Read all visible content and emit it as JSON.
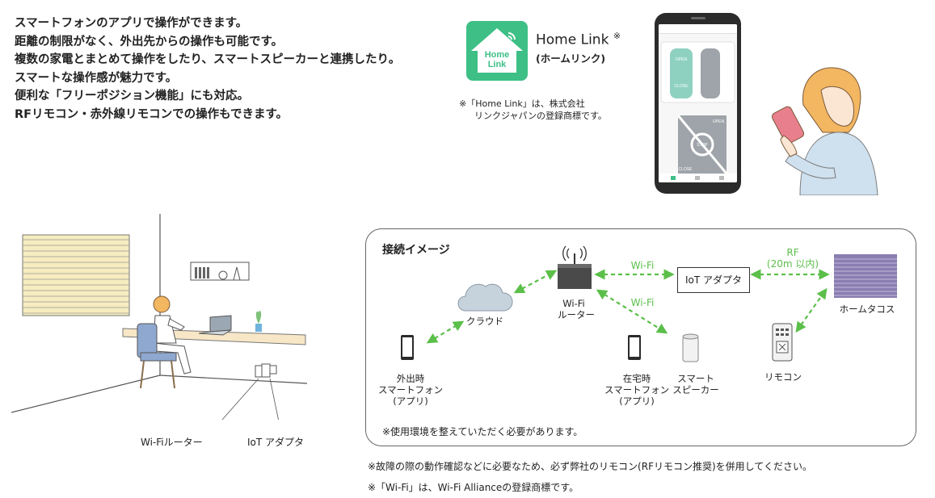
{
  "intro": {
    "lines": [
      "スマートフォンのアプリで操作ができます。",
      "距離の制限がなく、外出先からの操作も可能です。",
      "複数の家電とまとめて操作をしたり、スマートスピーカーと連携したり。",
      "スマートな操作感が魅力です。",
      "便利な「フリーポジション機能」にも対応。",
      "RFリモコン・赤外線リモコンでの操作もできます。"
    ]
  },
  "app": {
    "icon_line1": "Home",
    "icon_line2": "Link",
    "name": "Home Link",
    "name_mark": "※",
    "subtitle": "(ホームリンク)",
    "trademark_line1": "※「Home Link」は、株式会社",
    "trademark_line2": "リンクジャパンの登録商標です。"
  },
  "phone_screen": {
    "open_label": "OPEN",
    "close_label": "CLOSE",
    "stop_label": "STOP"
  },
  "room": {
    "router_label": "Wi-Fiルーター",
    "adapter_label": "IoT アダプタ"
  },
  "diagram": {
    "title": "接続イメージ",
    "router_line1": "Wi-Fi",
    "router_line2": "ルーター",
    "cloud_label": "クラウド",
    "adapter_label": "IoT アダプタ",
    "blind_label": "ホームタコス",
    "remote_label": "リモコン",
    "away_phone_line1": "外出時",
    "away_phone_line2": "スマートフォン",
    "away_phone_line3": "(アプリ)",
    "home_phone_line1": "在宅時",
    "home_phone_line2": "スマートフォン",
    "home_phone_line3": "(アプリ)",
    "speaker_line1": "スマート",
    "speaker_line2": "スピーカー",
    "edge_wifi_top": "Wi-Fi",
    "edge_wifi_bottom": "Wi-Fi",
    "edge_rf_line1": "RF",
    "edge_rf_line2": "(20m 以内)",
    "note": "※使用環境を整えていただく必要があります。"
  },
  "footnotes": [
    "※故障の際の動作確認などに必要なため、必ず弊社のリモコン(RFリモコン推奨)を併用してください。",
    "※「Wi-Fi」は、Wi-Fi Allianceの登録商標です。"
  ],
  "colors": {
    "brand_green": "#3dbf86",
    "link_green": "#5bbf4a",
    "blind_purple": "#8a7db0",
    "blind_cream": "#f6ecbf"
  }
}
